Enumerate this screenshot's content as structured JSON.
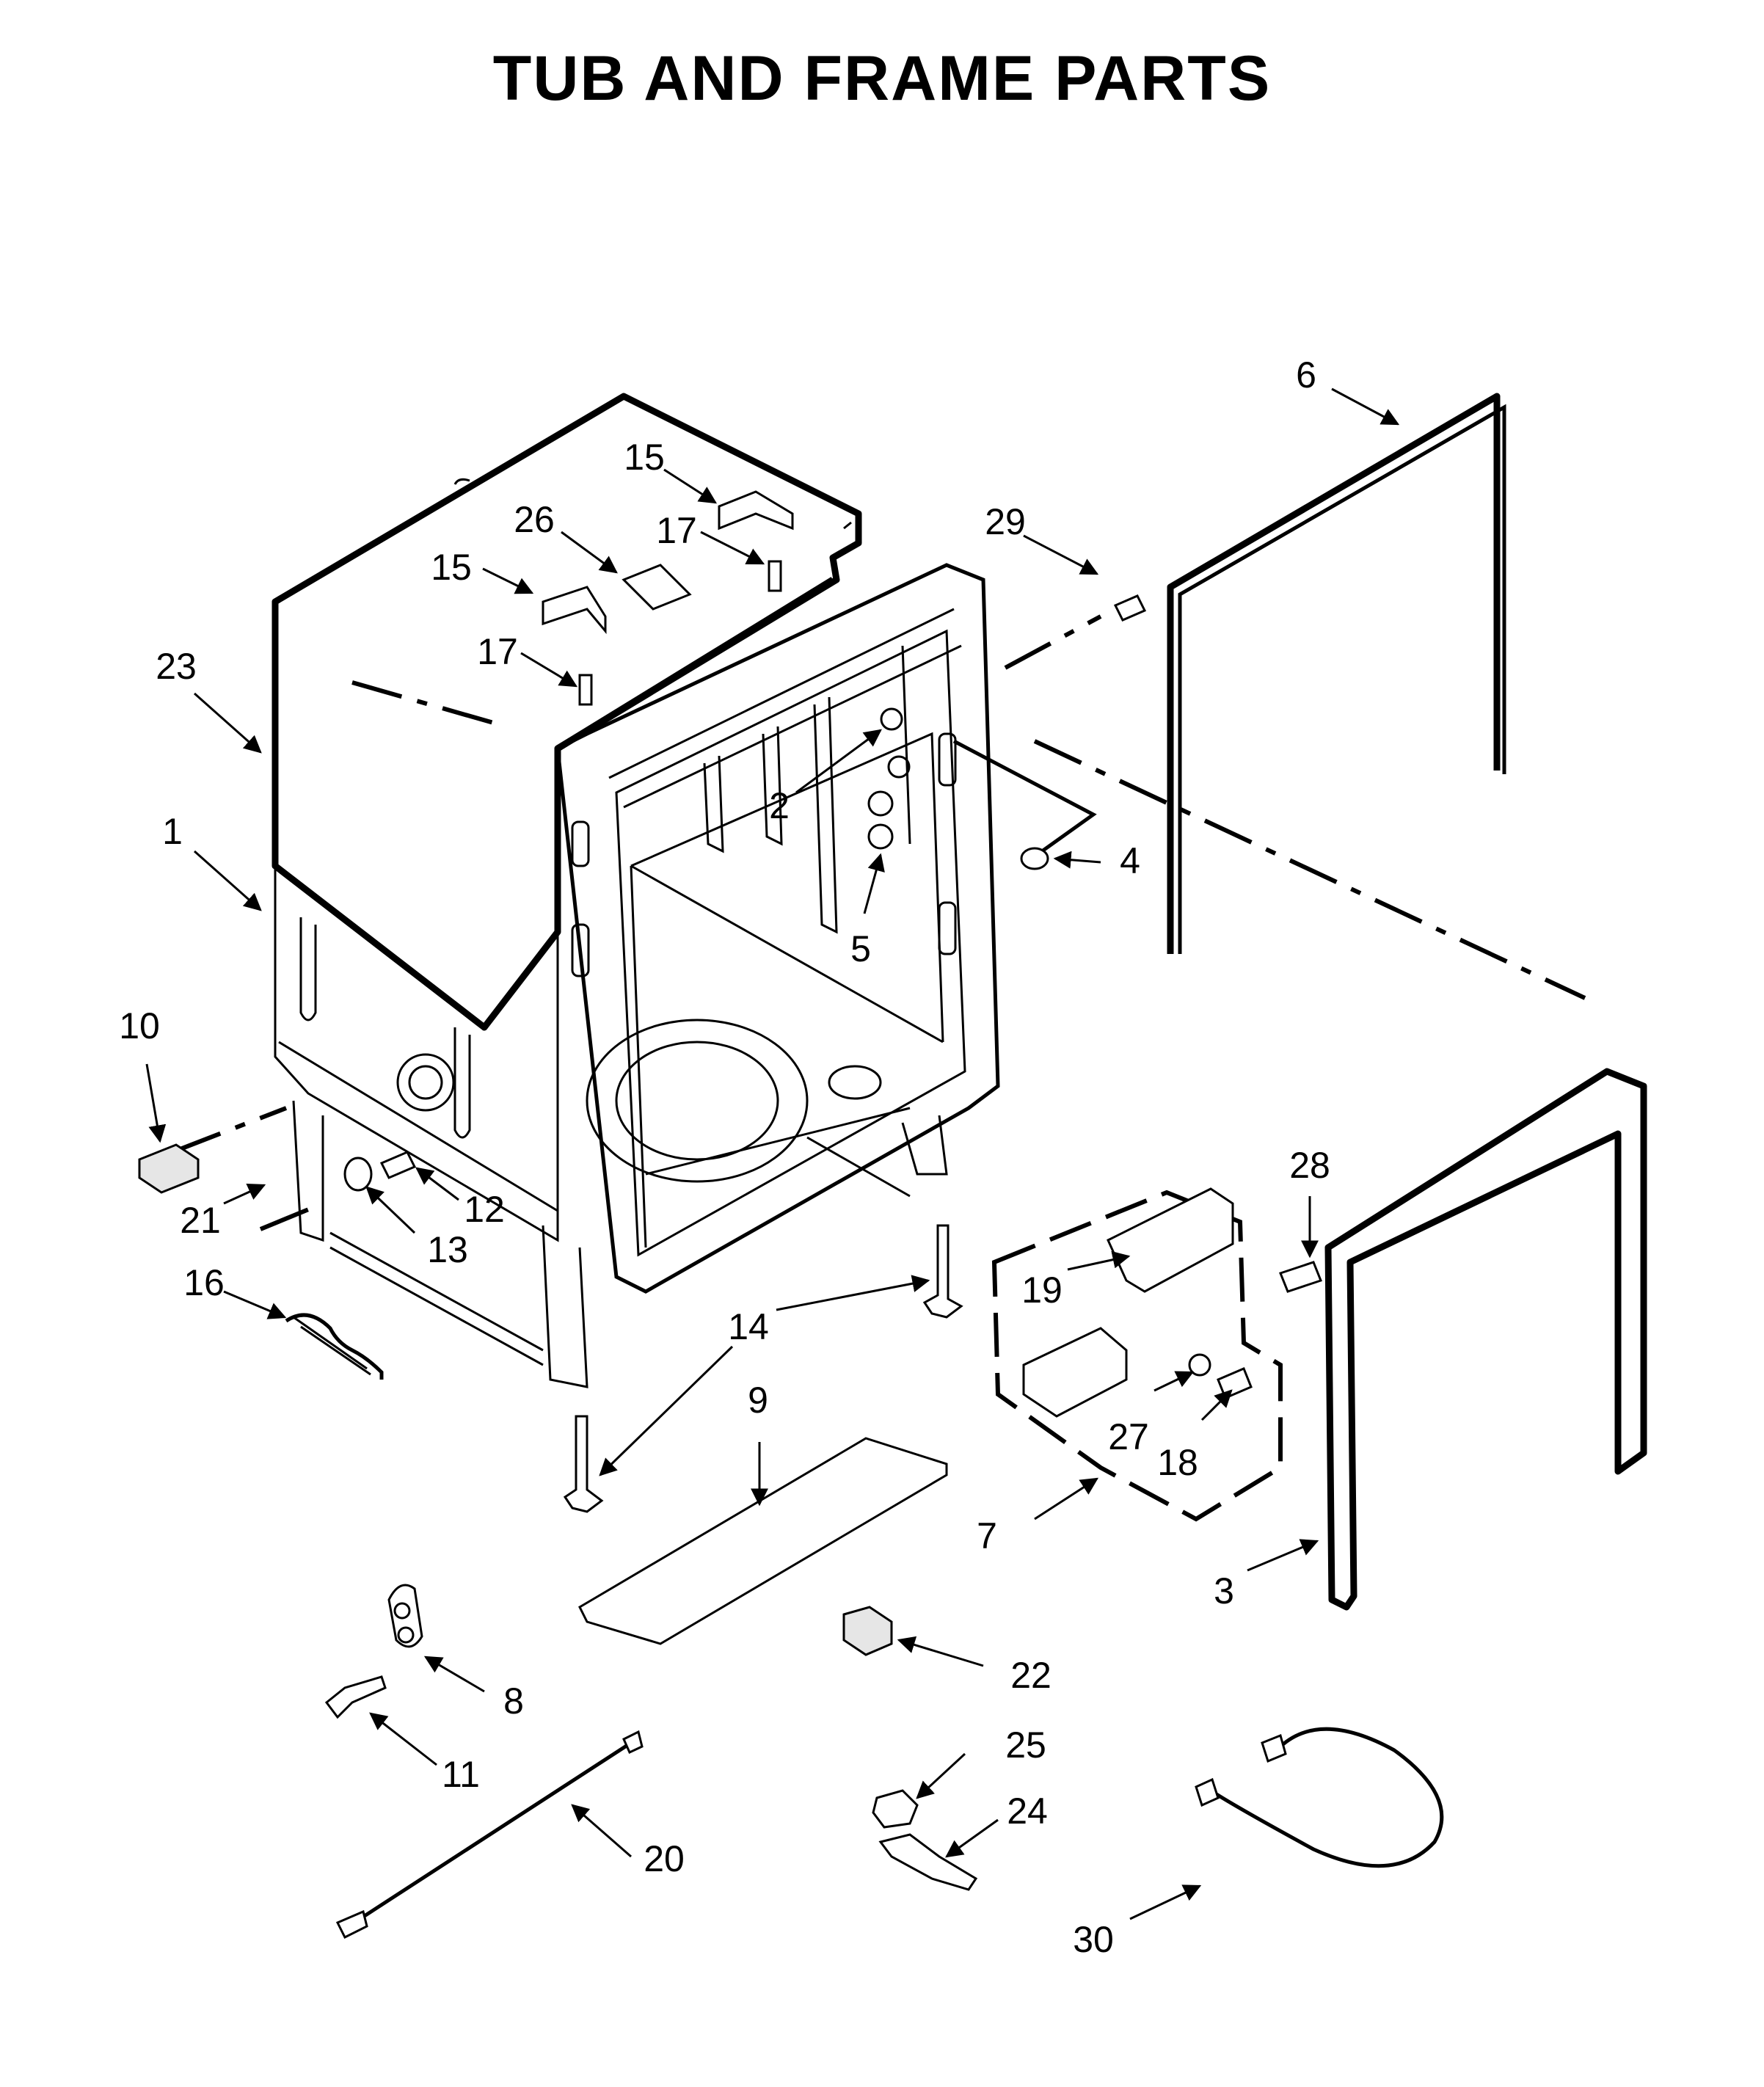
{
  "title": "TUB AND FRAME PARTS",
  "callouts": [
    {
      "id": "c1",
      "label": "1"
    },
    {
      "id": "c2",
      "label": "2"
    },
    {
      "id": "c3",
      "label": "3"
    },
    {
      "id": "c4",
      "label": "4"
    },
    {
      "id": "c5",
      "label": "5"
    },
    {
      "id": "c6",
      "label": "6"
    },
    {
      "id": "c7",
      "label": "7"
    },
    {
      "id": "c8",
      "label": "8"
    },
    {
      "id": "c9",
      "label": "9"
    },
    {
      "id": "c10",
      "label": "10"
    },
    {
      "id": "c11",
      "label": "11"
    },
    {
      "id": "c12",
      "label": "12"
    },
    {
      "id": "c13",
      "label": "13"
    },
    {
      "id": "c14",
      "label": "14"
    },
    {
      "id": "c15a",
      "label": "15"
    },
    {
      "id": "c15b",
      "label": "15"
    },
    {
      "id": "c16",
      "label": "16"
    },
    {
      "id": "c17a",
      "label": "17"
    },
    {
      "id": "c17b",
      "label": "17"
    },
    {
      "id": "c18",
      "label": "18"
    },
    {
      "id": "c19",
      "label": "19"
    },
    {
      "id": "c20",
      "label": "20"
    },
    {
      "id": "c21",
      "label": "21"
    },
    {
      "id": "c22",
      "label": "22"
    },
    {
      "id": "c23",
      "label": "23"
    },
    {
      "id": "c24",
      "label": "24"
    },
    {
      "id": "c25",
      "label": "25"
    },
    {
      "id": "c26",
      "label": "26"
    },
    {
      "id": "c27",
      "label": "27"
    },
    {
      "id": "c28",
      "label": "28"
    },
    {
      "id": "c29",
      "label": "29"
    },
    {
      "id": "c30",
      "label": "30"
    }
  ]
}
